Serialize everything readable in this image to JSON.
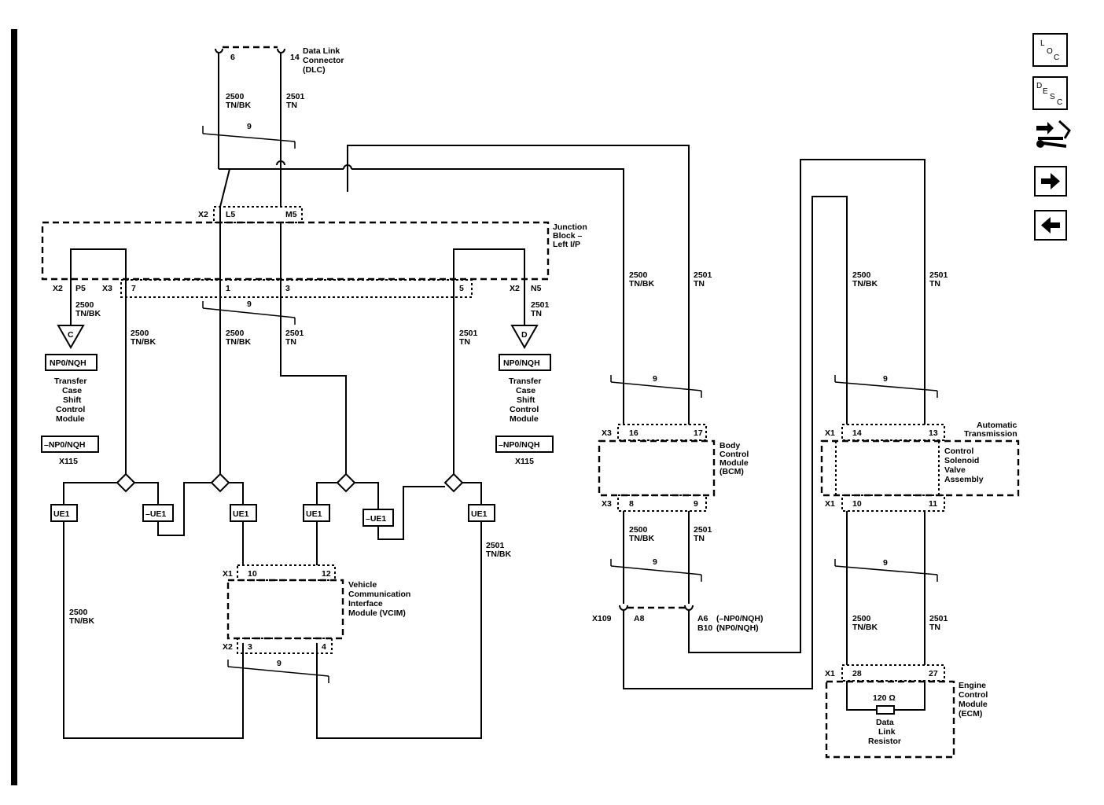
{
  "dlc": {
    "pin_a": "6",
    "pin_b": "14",
    "name_lines": [
      "Data Link",
      "Connector",
      "(DLC)"
    ]
  },
  "circuits": {
    "c2500": "2500",
    "c2501": "2501",
    "tnbk": "TN/BK",
    "tn": "TN",
    "twist": "9"
  },
  "junction_block": {
    "name_lines": [
      "Junction",
      "Block –",
      "Left I/P"
    ],
    "x2_top": "X2",
    "pin_l5": "L5",
    "pin_m5": "M5",
    "x2_left": "X2",
    "pin_p5": "P5",
    "x3": "X3",
    "pin_7": "7",
    "pin_1": "1",
    "pin_3": "3",
    "pin_5": "5",
    "x2_right": "X2",
    "pin_n5": "N5"
  },
  "tcscm_left": {
    "ref": "C",
    "option": "NP0/NQH",
    "name_lines": [
      "Transfer",
      "Case",
      "Shift",
      "Control",
      "Module"
    ],
    "not_option": "–NP0/NQH",
    "connector": "X115"
  },
  "tcscm_right": {
    "ref": "D",
    "option": "NP0/NQH",
    "name_lines": [
      "Transfer",
      "Case",
      "Shift",
      "Control",
      "Module"
    ],
    "not_option": "–NP0/NQH",
    "connector": "X115"
  },
  "options": {
    "ue1": "UE1",
    "not_ue1": "–UE1"
  },
  "vcim": {
    "x1": "X1",
    "pin_10": "10",
    "pin_12": "12",
    "x2": "X2",
    "pin_3": "3",
    "pin_4": "4",
    "name_lines": [
      "Vehicle",
      "Communication",
      "Interface",
      "Module (VCIM)"
    ]
  },
  "bcm": {
    "x3_top": "X3",
    "pin_16": "16",
    "pin_17": "17",
    "x3_bot": "X3",
    "pin_8": "8",
    "pin_9": "9",
    "name_lines": [
      "Body",
      "Control",
      "Module",
      "(BCM)"
    ]
  },
  "x109": {
    "name": "X109",
    "pin_a8": "A8",
    "pin_a6": "A6",
    "a6_note": "(–NP0/NQH)",
    "pin_b10": "B10",
    "b10_note": "(NP0/NQH)"
  },
  "tcm": {
    "x1_top": "X1",
    "pin_14": "14",
    "pin_13": "13",
    "x1_bot": "X1",
    "pin_10": "10",
    "pin_11": "11",
    "title_lines": [
      "Automatic",
      "Transmission"
    ],
    "name_lines": [
      "Control",
      "Solenoid",
      "Valve",
      "Assembly"
    ]
  },
  "ecm": {
    "x1": "X1",
    "pin_28": "28",
    "pin_27": "27",
    "resistor_value": "120 Ω",
    "resistor_lines": [
      "Data",
      "Link",
      "Resistor"
    ],
    "name_lines": [
      "Engine",
      "Control",
      "Module",
      "(ECM)"
    ]
  },
  "nav": {
    "loc": {
      "l1": "L",
      "l2": "O",
      "l3": "C"
    },
    "desc": {
      "l1": "D",
      "l2": "E",
      "l3": "S",
      "l4": "C"
    },
    "icons": [
      "schematic-tools-icon",
      "arrow-right-icon",
      "arrow-left-icon"
    ]
  }
}
